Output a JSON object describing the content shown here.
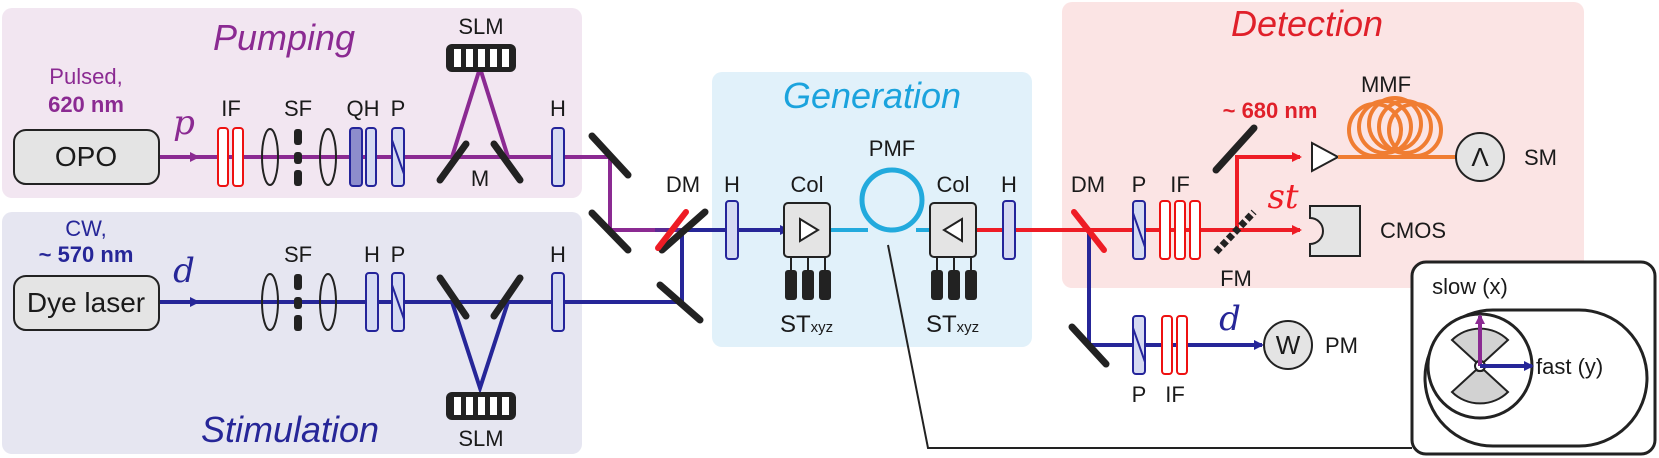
{
  "sections": {
    "pumping": "Pumping",
    "stimulation": "Stimulation",
    "generation": "Generation",
    "detection": "Detection"
  },
  "sources": {
    "opo_label": "OPO",
    "opo_desc1": "Pulsed,",
    "opo_desc2": "620 nm",
    "dye_label": "Dye laser",
    "dye_desc1": "CW,",
    "dye_desc2": "~ 570 nm"
  },
  "beams": {
    "pump": "p",
    "dye": "d",
    "stokes": "st",
    "dye_out": "d"
  },
  "labels": {
    "if": "IF",
    "sf": "SF",
    "qh": "QH",
    "p": "P",
    "h": "H",
    "m": "M",
    "slm": "SLM",
    "dm": "DM",
    "col": "Col",
    "pmf": "PMF",
    "st": "ST",
    "xyz": "xyz",
    "mmf": "MMF",
    "sm": "SM",
    "cmos": "CMOS",
    "fm": "FM",
    "pm": "PM",
    "wavelength_680": "~ 680 nm",
    "lambda": "Λ",
    "w": "W"
  },
  "inset": {
    "slow": "slow (x)",
    "fast": "fast (y)"
  },
  "colors": {
    "pump": "#8b2a92",
    "dye": "#262698",
    "stokes": "#ee1c25",
    "fiber_pmf": "#22aadd",
    "fiber_mmf": "#f07d32",
    "pumping_bg": "#f2e6f1",
    "stimulation_bg": "#e6e6f1",
    "generation_bg": "#e1f1fa",
    "detection_bg": "#fbe4e4",
    "generation_title": "#1ba3dd",
    "detection_title": "#e0202a"
  }
}
